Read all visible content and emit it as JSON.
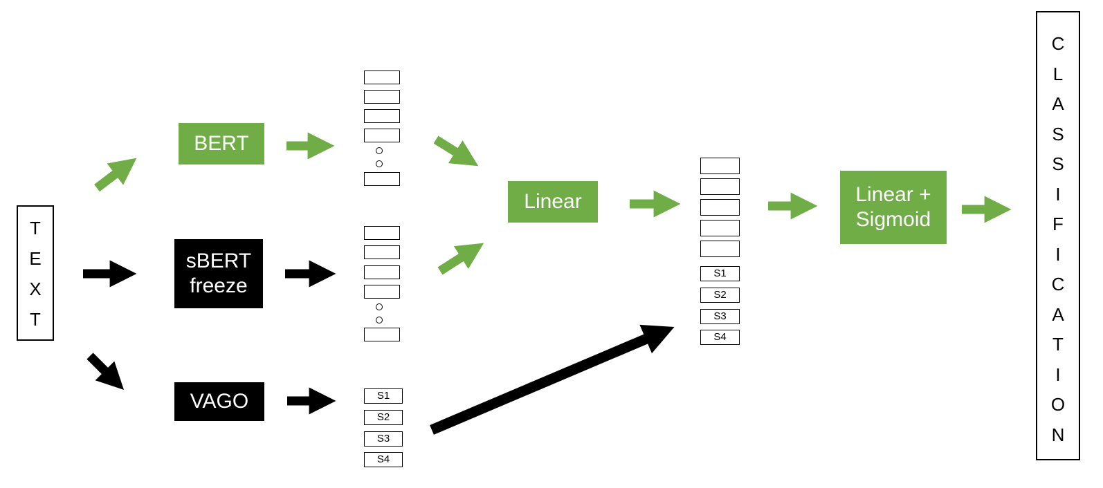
{
  "input": {
    "letters": [
      "T",
      "E",
      "X",
      "T"
    ]
  },
  "output": {
    "letters": [
      "C",
      "L",
      "A",
      "S",
      "S",
      "I",
      "F",
      "I",
      "C",
      "A",
      "T",
      "I",
      "O",
      "N"
    ]
  },
  "nodes": {
    "bert": "BERT",
    "sbert_line1": "sBERT",
    "sbert_line2": "freeze",
    "vago": "VAGO",
    "linear": "Linear",
    "linear_sigmoid_line1": "Linear +",
    "linear_sigmoid_line2": "Sigmoid"
  },
  "scores": [
    "S1",
    "S2",
    "S3",
    "S4"
  ],
  "colors": {
    "green": "#70ad47",
    "black": "#000000"
  }
}
